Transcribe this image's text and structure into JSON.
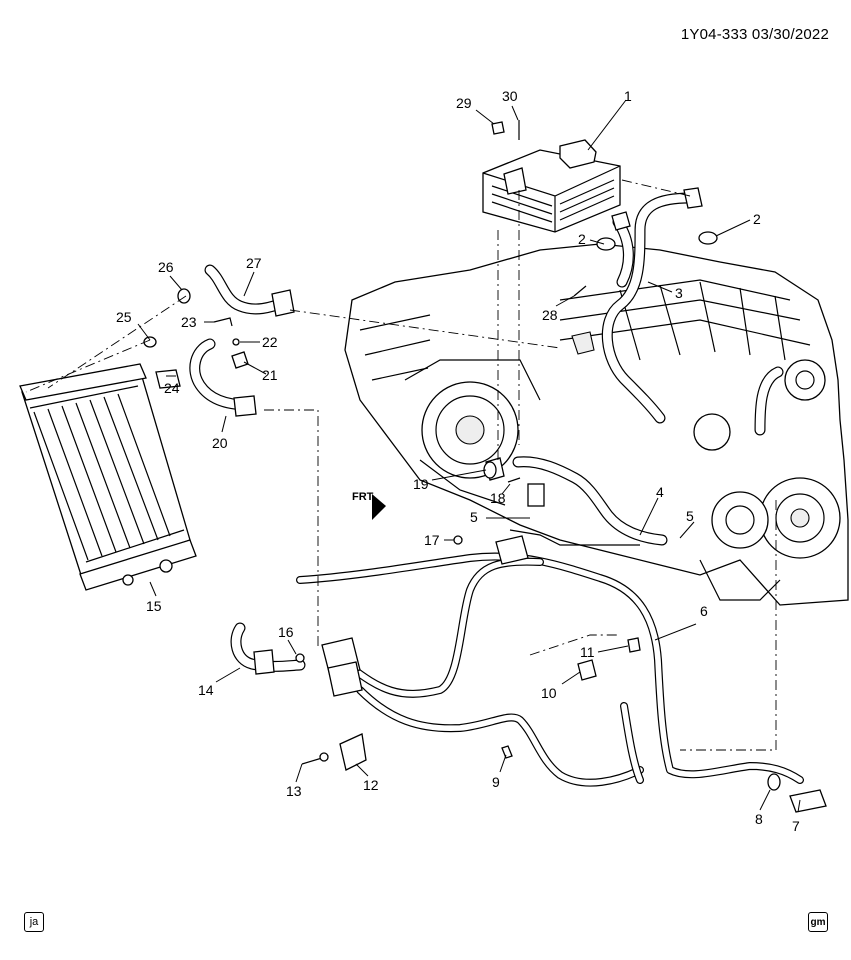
{
  "header": {
    "doc_id": "1Y04-333 03/30/2022"
  },
  "footer": {
    "left_badge": "ja",
    "right_badge": "gm"
  },
  "direction_marker": "FRT",
  "callouts": {
    "c1": "1",
    "c2a": "2",
    "c2b": "2",
    "c3": "3",
    "c4": "4",
    "c5a": "5",
    "c5b": "5",
    "c6": "6",
    "c7": "7",
    "c8": "8",
    "c9": "9",
    "c10": "10",
    "c11": "11",
    "c12": "12",
    "c13": "13",
    "c14": "14",
    "c15": "15",
    "c16": "16",
    "c17": "17",
    "c18": "18",
    "c19": "19",
    "c20": "20",
    "c21": "21",
    "c22": "22",
    "c23": "23",
    "c24": "24",
    "c25": "25",
    "c26": "26",
    "c27": "27",
    "c28": "28",
    "c29": "29",
    "c30": "30"
  }
}
